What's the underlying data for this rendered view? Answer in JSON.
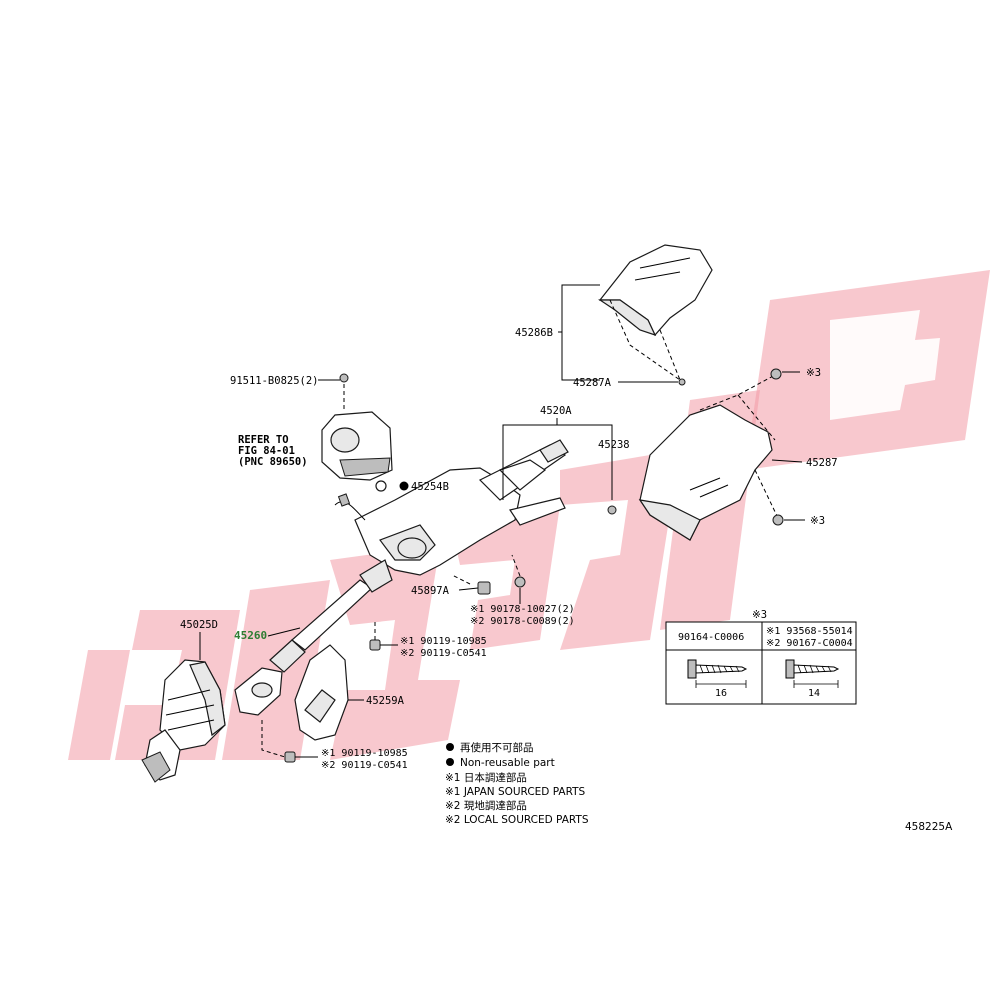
{
  "diagram": {
    "code": "458225A",
    "refer": [
      "REFER TO",
      "FIG 84-01",
      "(PNC 89650)"
    ],
    "labels": {
      "p45286B": "45286B",
      "p45287A": "45287A",
      "p91511": "91511-B0825(2)",
      "p45520A": "4520A",
      "p45238": "45238",
      "p45287": "45287",
      "p45254B": "45254B",
      "p45897A": "45897A",
      "p90178_1": "※1 90178-10027(2)",
      "p90178_2": "※2 90178-C0089(2)",
      "p45025D": "45025D",
      "p45260": "45260",
      "p90119a_1": "※1 90119-10985",
      "p90119a_2": "※2 90119-C0541",
      "p45259A": "45259A",
      "p90119b_1": "※1 90119-10985",
      "p90119b_2": "※2 90119-C0541",
      "mark3a": "※3",
      "mark3b": "※3"
    },
    "legend": [
      "再使用不可部品",
      "Non-reusable part",
      "※1 日本調達部品",
      "※1 JAPAN SOURCED PARTS",
      "※2 現地調達部品",
      "※2 LOCAL SOURCED PARTS"
    ],
    "table": {
      "title": "※3",
      "col1": "90164-C0006",
      "col2_1": "※1 93568-55014",
      "col2_2": "※2 90167-C0004",
      "dim1": "16",
      "dim2": "14"
    },
    "colors": {
      "watermark": "#f39aa5",
      "highlight": "#2e7d32",
      "ink": "#000000"
    }
  }
}
